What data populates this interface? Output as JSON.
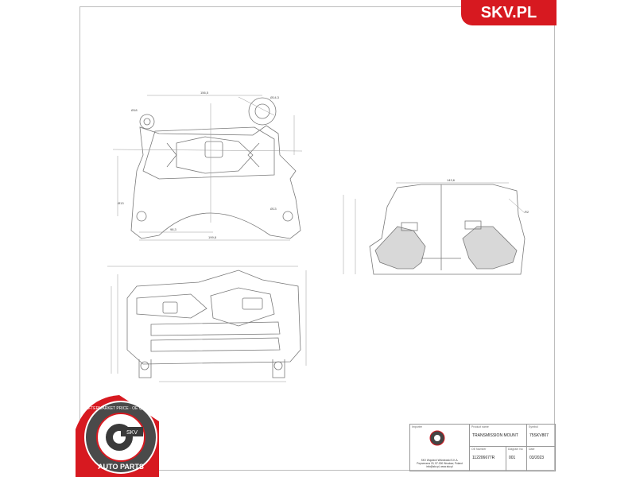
{
  "brand": {
    "label": "SKV.PL",
    "color": "#d71920"
  },
  "badge": {
    "ring_text": "AFTERMARKET PRICE · OE QUALITY",
    "center_text": "SKV",
    "bottom_text": "AUTO PARTS"
  },
  "title_block": {
    "importer_label": "Importer",
    "importer_lines": [
      "SKV Wojciech Wiśniewski S.K.A.",
      "Poprzeczna 20, 57-300 Wrocław, Poland",
      "info@skv.pl, www.skv.pl"
    ],
    "product_name_label": "Product name",
    "product_name": "TRANSMISSION MOUNT",
    "symbol_label": "Symbol",
    "symbol": "75SKV807",
    "oe_number_label": "OE Number",
    "oe_number": "112206677R",
    "diagram_no_label": "Diagram No",
    "diagram_no": "001",
    "date_label": "Date",
    "date": "03/2023"
  },
  "dimensions": {
    "top_width": "156,5",
    "top_hole_left": "Ø18",
    "top_hole_right": "Ø14,3",
    "bottom_width": "199,8",
    "half_width": "98,3",
    "side_hole_left": "Ø13",
    "side_hole_right": "Ø13",
    "section_width": "143,6",
    "section_radius": "R2"
  }
}
